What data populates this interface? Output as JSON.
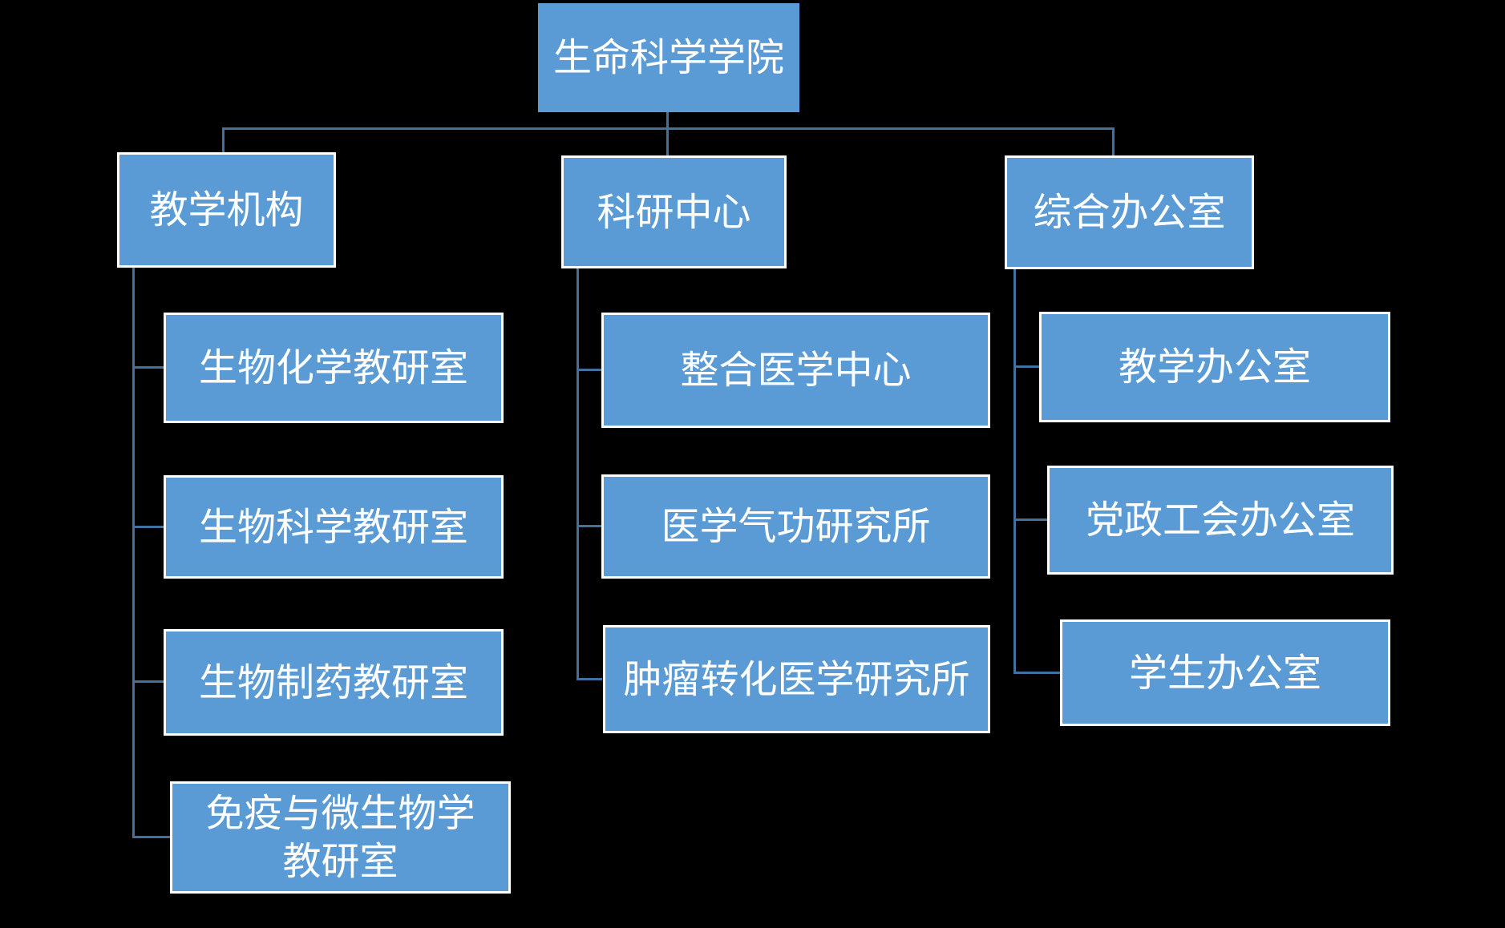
{
  "colors": {
    "background": "#000000",
    "box_fill": "#5B9BD5",
    "box_border": "#FFFFFF",
    "connector": "#41719C",
    "text": "#FFFFFF"
  },
  "org": {
    "root": {
      "label": "生命科学学院"
    },
    "branches": [
      {
        "label": "教学机构",
        "children": [
          {
            "label": "生物化学教研室"
          },
          {
            "label": "生物科学教研室"
          },
          {
            "label": "生物制药教研室"
          },
          {
            "label": "免疫与微生物学\n教研室"
          }
        ]
      },
      {
        "label": "科研中心",
        "children": [
          {
            "label": "整合医学中心"
          },
          {
            "label": "医学气功研究所"
          },
          {
            "label": "肿瘤转化医学研究所"
          }
        ]
      },
      {
        "label": "综合办公室",
        "children": [
          {
            "label": "教学办公室"
          },
          {
            "label": "党政工会办公室"
          },
          {
            "label": "学生办公室"
          }
        ]
      }
    ]
  }
}
